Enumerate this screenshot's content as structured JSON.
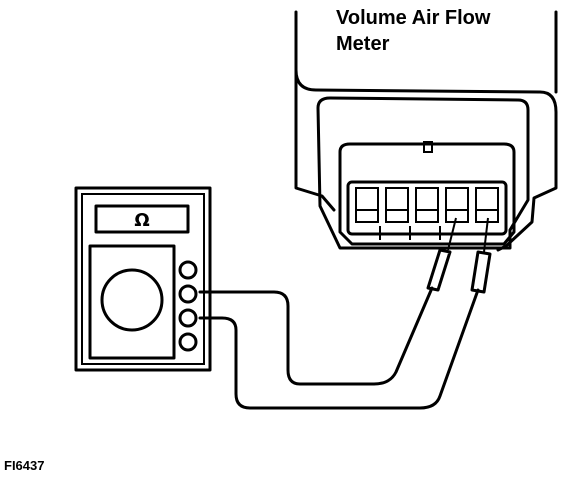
{
  "labels": {
    "component": "Volume Air Flow Meter",
    "component_line1": "Volume Air Flow",
    "component_line2": "Meter",
    "meter_symbol": "Ω",
    "figure_id": "FI6437"
  }
}
